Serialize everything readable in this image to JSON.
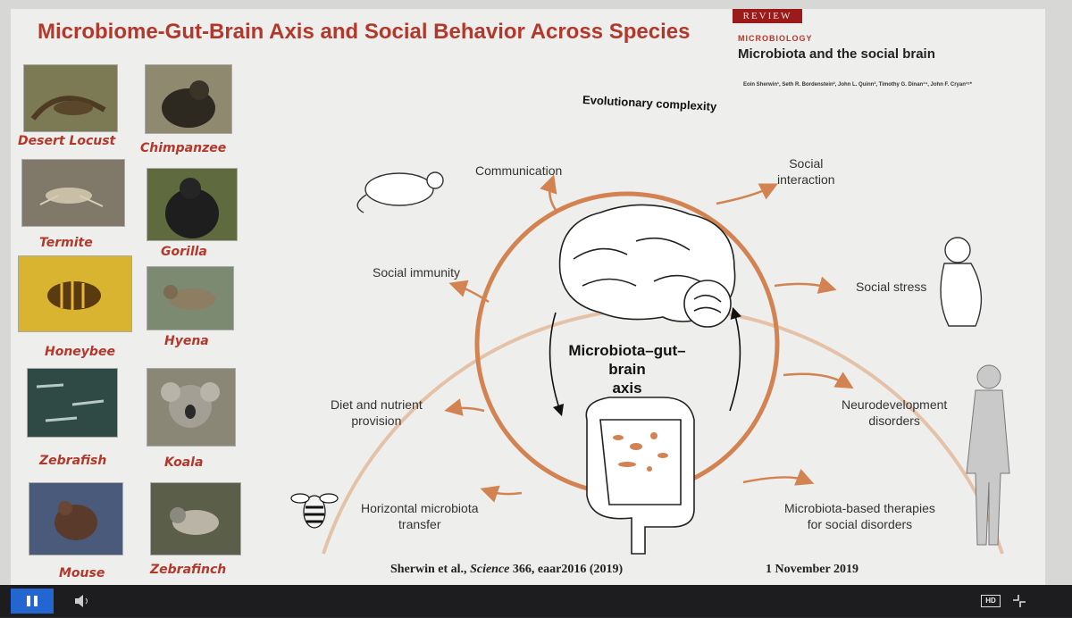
{
  "slide": {
    "title": "Microbiome-Gut-Brain Axis and Social Behavior Across Species",
    "review_tag": "REVIEW",
    "kicker": "MICROBIOLOGY",
    "paper_title": "Microbiota and the social brain",
    "authors": "Eoin Sherwin¹, Seth R. Bordenstein², John L. Quinn³, Timothy G. Dinan¹⁴, John F. Cryan¹⁵*"
  },
  "animals": [
    {
      "name": "Desert Locust",
      "bg": "#6b6a4a"
    },
    {
      "name": "Chimpanzee",
      "bg": "#4e4a3c"
    },
    {
      "name": "Termite",
      "bg": "#7c7565"
    },
    {
      "name": "Gorilla",
      "bg": "#4a5034"
    },
    {
      "name": "Honeybee",
      "bg": "#d9b431"
    },
    {
      "name": "Hyena",
      "bg": "#7d8a72"
    },
    {
      "name": "Zebrafish",
      "bg": "#2f4a45"
    },
    {
      "name": "Koala",
      "bg": "#8a8777"
    },
    {
      "name": "Mouse",
      "bg": "#4a5a7a"
    },
    {
      "name": "Zebrafinch",
      "bg": "#5b5e48"
    }
  ],
  "diagram": {
    "outer_label": "Evolutionary complexity",
    "center_label_line1": "Microbiota–gut–brain",
    "center_label_line2": "axis",
    "nodes": {
      "communication": "Communication",
      "social_interaction_l1": "Social",
      "social_interaction_l2": "interaction",
      "social_immunity": "Social immunity",
      "social_stress": "Social stress",
      "diet_l1": "Diet and nutrient",
      "diet_l2": "provision",
      "neuro_l1": "Neurodevelopment",
      "neuro_l2": "disorders",
      "horizontal_l1": "Horizontal microbiota",
      "horizontal_l2": "transfer",
      "therapies_l1": "Microbiota-based therapies",
      "therapies_l2": "for social disorders"
    },
    "colors": {
      "circle": "#e4c2a8",
      "inner_ring": "#d38352",
      "arrow": "#d38352"
    }
  },
  "footer": {
    "authors": "Sherwin et al.,",
    "journal": "Science",
    "volume": "366,",
    "article": "eaar2016 (2019)",
    "date": "1 November 2019"
  },
  "player": {
    "hd_label": "HD",
    "accent": "#2366d1"
  }
}
